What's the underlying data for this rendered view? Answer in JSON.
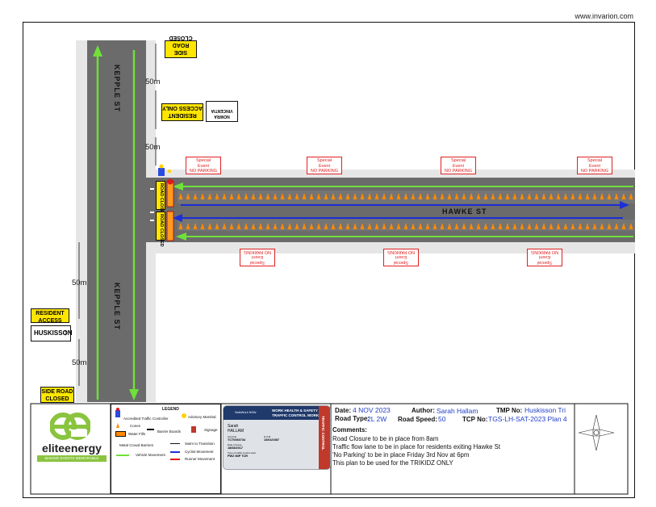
{
  "header": {
    "website": "www.invarion.com"
  },
  "streets": {
    "kepple_upper": "KEPPLE ST",
    "kepple_lower": "KEPPLE ST",
    "hawke": "HAWKE ST"
  },
  "signs": {
    "side_road_closed_top": "SIDE ROAD CLOSED",
    "resident_access_only_top": "RESIDENT ACCESS ONLY",
    "nowra_vincentia": "NOWRA VINCENTIA",
    "road_closed_1": "ROAD CLOSED",
    "road_closed_2": "ROAD CLOSED",
    "resident_access_only_left": "RESIDENT ACCESS ONLY",
    "huskisson": "HUSKISSON",
    "side_road_closed_bottom": "SIDE ROAD CLOSED"
  },
  "distances": {
    "top_1": "50m",
    "top_2": "50m",
    "left_1": "50m",
    "left_2": "50m"
  },
  "no_parking": [
    {
      "line1": "Special",
      "line2": "Event",
      "line3": "NO PARKING"
    },
    {
      "line1": "Special",
      "line2": "Event",
      "line3": "NO PARKING"
    },
    {
      "line1": "Special",
      "line2": "Event",
      "line3": "NO PARKING"
    },
    {
      "line1": "Special",
      "line2": "Event",
      "line3": "NO PARKING"
    },
    {
      "line1": "Special",
      "line2": "Event",
      "line3": "NO PARKING"
    },
    {
      "line1": "Special",
      "line2": "Event",
      "line3": "NO PARKING"
    },
    {
      "line1": "Special",
      "line2": "Event",
      "line3": "NO PARKING"
    }
  ],
  "logo": {
    "name": "eliteenergy",
    "tagline": "MAKING EVENTS MEMORABLE"
  },
  "legend": {
    "title": "LEGEND",
    "items": {
      "controller": "Accredited Traffic Controller",
      "marshal": "Advisory Marshal",
      "cones": "Cones",
      "water_fills": "Water Fills",
      "barrier_boards": "Barrier Boards",
      "signage": "Signage",
      "crowd_barriers": "Metal Crowd Barriers",
      "swim": "Swim to Transition",
      "vehicle": "Vehicle Movement",
      "cyclist": "Cyclist Movement",
      "runner": "Runner Movement"
    }
  },
  "card": {
    "org": "SafeWork NSW",
    "title1": "WORK HEALTH & SAFETY",
    "title2": "TRAFFIC CONTROL WORK",
    "name1": "Sarah",
    "name2": "HALLAM",
    "card_no_label": "Card No",
    "card_no": "TCT0060734",
    "dob_label": "D.O.B",
    "dob": "16/04/1987",
    "issue_label": "Date of issue",
    "issue": "18/08/2017",
    "type_label": "Type of traffic control work",
    "type": "PWZ  IMP  TCR",
    "side": "TRAFFIC CONTROL"
  },
  "info": {
    "date_label": "Date:",
    "date": "4 NOV 2023",
    "author_label": "Author:",
    "author": "Sarah Hallam",
    "tmp_label": "TMP No:",
    "tmp": "Huskisson Tri",
    "road_type_label": "Road Type:",
    "road_type": "2L 2W",
    "speed_label": "Road Speed:",
    "speed": "50",
    "tcp_label": "TCP No:",
    "tcp": "TGS-LH-SAT-2023 Plan 4",
    "comments_label": "Comments:",
    "comments": [
      "Road Closure to be in place from 8am",
      "Traffic flow lane to be in place for residents exiting Hawke St",
      "'No Parking' to be in place Friday 3rd Nov at 6pm",
      "This plan to be used for the TRIKIDZ ONLY"
    ]
  }
}
